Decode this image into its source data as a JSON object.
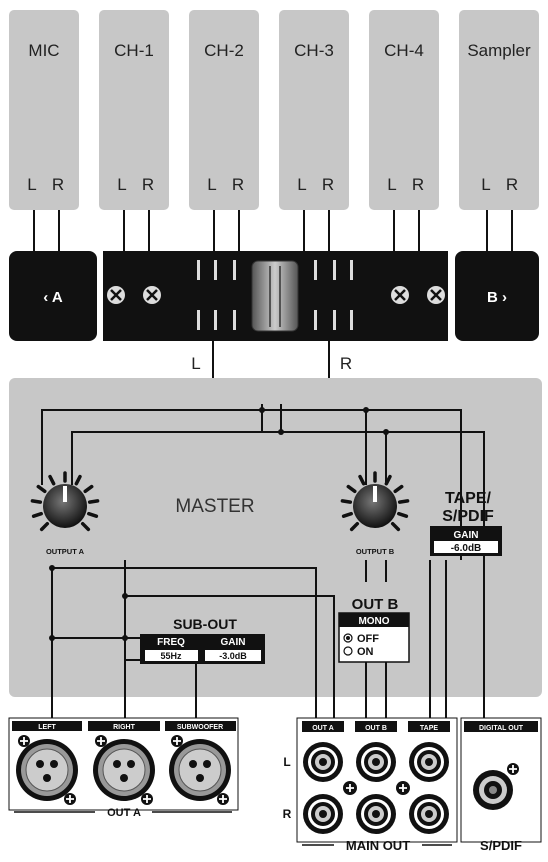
{
  "sources": [
    "MIC",
    "CH-1",
    "CH-2",
    "CH-3",
    "CH-4",
    "Sampler"
  ],
  "lr": {
    "left": "L",
    "right": "R"
  },
  "crossfader": {
    "a_label": "‹ A",
    "b_label": "B ›"
  },
  "master_lr": {
    "left": "L",
    "right": "R"
  },
  "master": {
    "title": "MASTER",
    "output_a_label": "OUTPUT A",
    "output_b_label": "OUTPUT B",
    "tape_spdif_title_line1": "TAPE/",
    "tape_spdif_title_line2": "S/PDIF",
    "gain_label": "GAIN",
    "gain_value": "-6.0dB",
    "sub_out_title": "SUB-OUT",
    "freq_label": "FREQ",
    "freq_value": "55Hz",
    "sub_gain_label": "GAIN",
    "sub_gain_value": "-3.0dB",
    "out_b_title": "OUT B",
    "mono_label": "MONO",
    "mono_off": "OFF",
    "mono_on": "ON",
    "mono_selected": "OFF"
  },
  "jacks": {
    "left": "LEFT",
    "right": "RIGHT",
    "subwoofer": "SUBWOOFER",
    "out_a_group": "OUT A",
    "out_a": "OUT A",
    "out_b": "OUT B",
    "tape": "TAPE",
    "digital_out": "DIGITAL OUT",
    "row_l": "L",
    "row_r": "R",
    "main_out": "MAIN OUT",
    "spdif": "S/PDIF"
  }
}
